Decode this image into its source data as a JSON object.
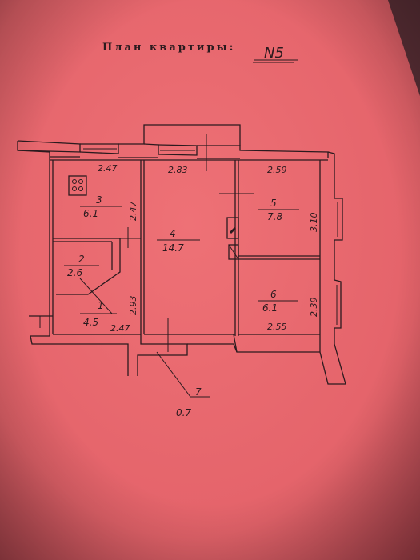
{
  "plan": {
    "title": "План квартиры:",
    "number": "N5"
  },
  "rooms": [
    {
      "id": "1",
      "area": "4.5"
    },
    {
      "id": "2",
      "area": "2.6"
    },
    {
      "id": "3",
      "area": "6.1"
    },
    {
      "id": "4",
      "area": "14.7"
    },
    {
      "id": "5",
      "area": "7.8"
    },
    {
      "id": "6",
      "area": "6.1"
    },
    {
      "id": "7",
      "area": "0.7"
    }
  ],
  "dimensions": {
    "room3_width": "2.47",
    "room3_height": "2.47",
    "room4_width": "2.83",
    "room4_height": "2.93",
    "room5_width": "2.59",
    "room5_height": "3.10",
    "room6_width": "2.55",
    "room6_height": "2.39",
    "room1_width": "2.47"
  },
  "colors": {
    "paper": "#e8686e",
    "ink": "#2b1a1e"
  }
}
